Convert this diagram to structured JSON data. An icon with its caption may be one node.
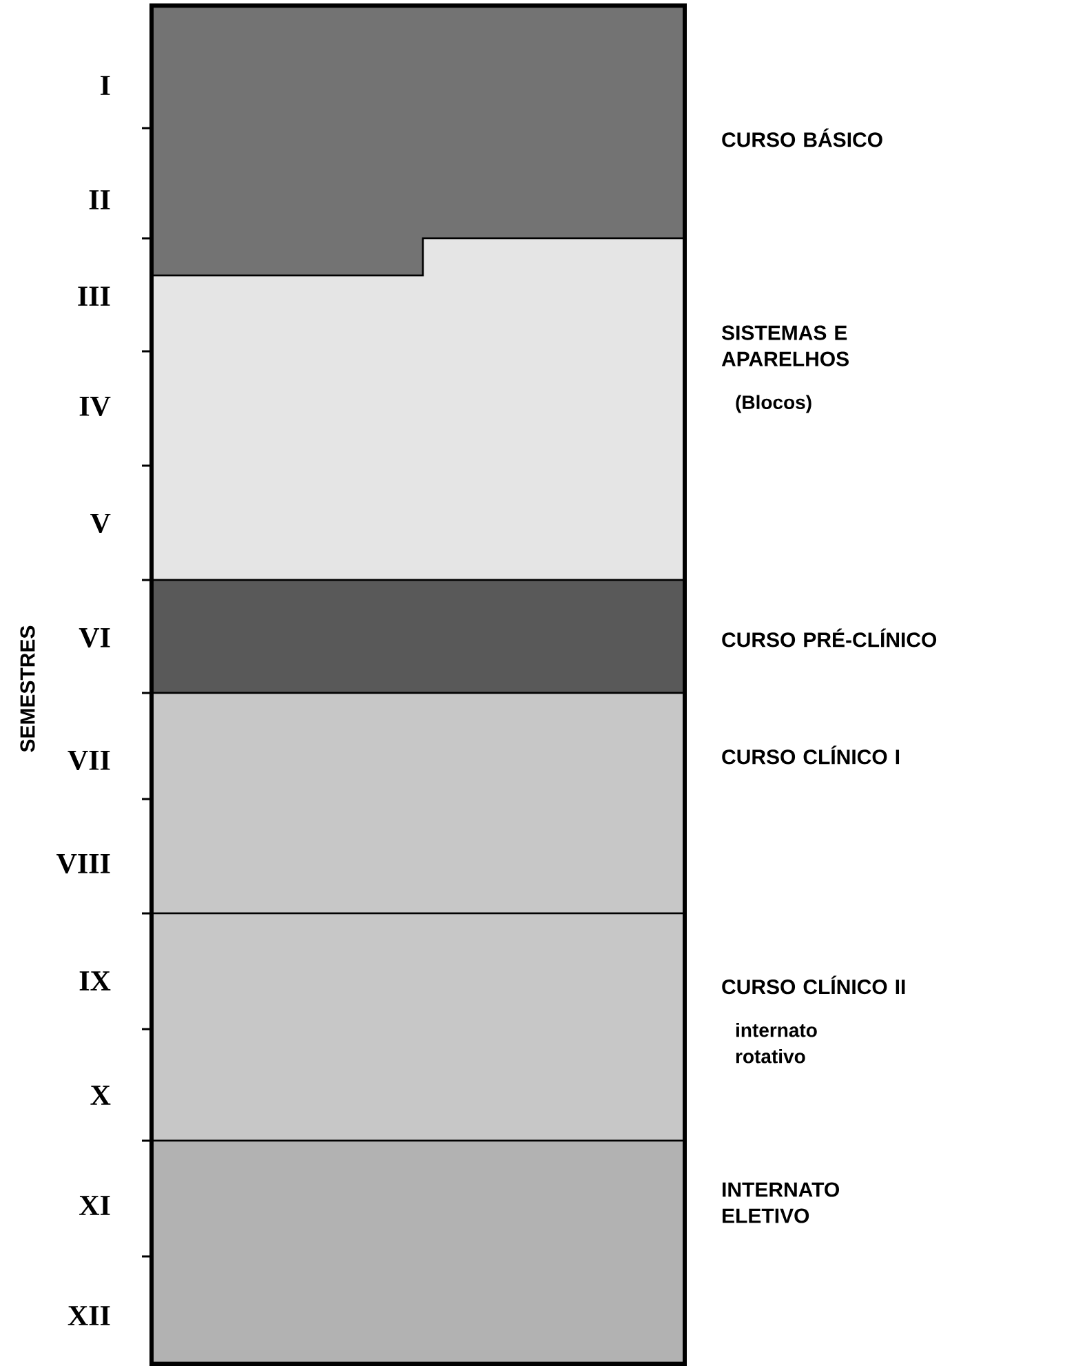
{
  "diagram": {
    "nodes": [
      {
        "text": [
          "CURSO BÁSICO"
        ]
      },
      {
        "text": [
          "SISTEMAS E APARELHOS",
          "(Blocos)"
        ]
      },
      {
        "text": [
          "CURSO PRÉ-CLÍNICO"
        ]
      },
      {
        "text": [
          "CURSO CLÍNICO I"
        ]
      },
      {
        "text": [
          "CURSO CLÍNICO II",
          "internato rotativo"
        ]
      },
      {
        "text": [
          "INTERNATO ELETIVO"
        ]
      }
    ],
    "labels": [
      "I",
      "II",
      "III",
      "IV",
      "V",
      "VI",
      "VII",
      "VIII",
      "IX",
      "X",
      "XI",
      "XII",
      "SEMESTRES"
    ]
  }
}
